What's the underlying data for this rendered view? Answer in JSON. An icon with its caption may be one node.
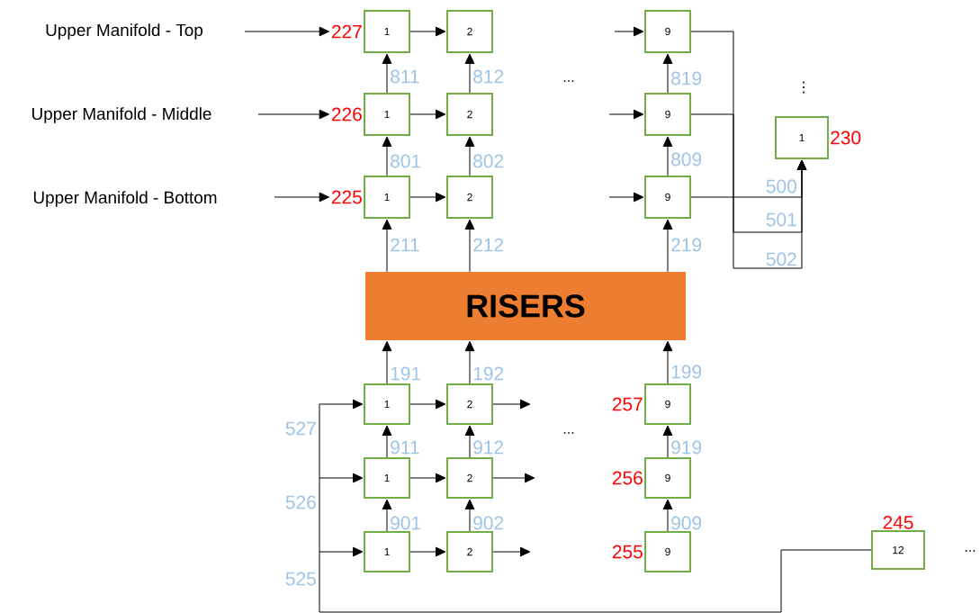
{
  "diagram": {
    "nodes": [
      {
        "text": [
          "Upper Manifold - Top"
        ]
      },
      {
        "text": [
          "Upper Manifold - Middle"
        ]
      },
      {
        "text": [
          "Upper Manifold - Bottom"
        ]
      },
      {
        "text": [
          "1"
        ],
        "beside": [
          "227"
        ]
      },
      {
        "text": [
          "2"
        ]
      },
      {
        "text": [
          "9"
        ]
      },
      {
        "text": [
          "1"
        ],
        "beside": [
          "226"
        ]
      },
      {
        "text": [
          "2"
        ]
      },
      {
        "text": [
          "9"
        ]
      },
      {
        "text": [
          "1"
        ],
        "beside": [
          "225"
        ]
      },
      {
        "text": [
          "2"
        ]
      },
      {
        "text": [
          "9"
        ]
      },
      {
        "text": [
          "RISERS"
        ]
      },
      {
        "text": [
          "1"
        ],
        "beside": [
          "230"
        ]
      },
      {
        "text": [
          "1"
        ]
      },
      {
        "text": [
          "2"
        ]
      },
      {
        "text": [
          "9"
        ],
        "beside": [
          "257"
        ]
      },
      {
        "text": [
          "1"
        ]
      },
      {
        "text": [
          "2"
        ]
      },
      {
        "text": [
          "9"
        ],
        "beside": [
          "256"
        ]
      },
      {
        "text": [
          "1"
        ]
      },
      {
        "text": [
          "2"
        ]
      },
      {
        "text": [
          "9"
        ],
        "beside": [
          "255"
        ]
      },
      {
        "text": [
          "12"
        ],
        "beside": [
          "245"
        ]
      }
    ],
    "edges": [
      {
        "from": 0,
        "to": 3,
        "arrow": "to"
      },
      {
        "from": 1,
        "to": 6,
        "arrow": "to"
      },
      {
        "from": 2,
        "to": 9,
        "arrow": "to"
      },
      {
        "from": 3,
        "to": 4,
        "arrow": "to"
      },
      {
        "from": 6,
        "to": 7,
        "arrow": "to"
      },
      {
        "from": 9,
        "to": 10,
        "arrow": "to"
      },
      {
        "from": null,
        "to": 5,
        "arrow": "to"
      },
      {
        "from": null,
        "to": 8,
        "arrow": "to"
      },
      {
        "from": null,
        "to": 11,
        "arrow": "to"
      },
      {
        "from": 6,
        "to": 3,
        "arrow": "to",
        "label": "811"
      },
      {
        "from": 7,
        "to": 4,
        "arrow": "to",
        "label": "812"
      },
      {
        "from": 8,
        "to": 5,
        "arrow": "to",
        "label": "819"
      },
      {
        "from": 9,
        "to": 6,
        "arrow": "to",
        "label": "801"
      },
      {
        "from": 10,
        "to": 7,
        "arrow": "to",
        "label": "802"
      },
      {
        "from": 11,
        "to": 8,
        "arrow": "to",
        "label": "809"
      },
      {
        "from": 12,
        "to": 9,
        "arrow": "to",
        "label": "211"
      },
      {
        "from": 12,
        "to": 10,
        "arrow": "to",
        "label": "212"
      },
      {
        "from": 12,
        "to": 11,
        "arrow": "to",
        "label": "219"
      },
      {
        "from": 11,
        "to": 13,
        "arrow": "to",
        "label": "500"
      },
      {
        "from": 8,
        "to": 13,
        "arrow": "to",
        "label": "501"
      },
      {
        "from": 5,
        "to": 13,
        "arrow": "to",
        "label": "502"
      },
      {
        "from": 14,
        "to": 12,
        "arrow": "to",
        "label": "191"
      },
      {
        "from": 15,
        "to": 12,
        "arrow": "to",
        "label": "192"
      },
      {
        "from": 16,
        "to": 12,
        "arrow": "to",
        "label": "199"
      },
      {
        "from": 17,
        "to": 14,
        "arrow": "to",
        "label": "911"
      },
      {
        "from": 18,
        "to": 15,
        "arrow": "to",
        "label": "912"
      },
      {
        "from": 19,
        "to": 16,
        "arrow": "to",
        "label": "919"
      },
      {
        "from": 20,
        "to": 17,
        "arrow": "to",
        "label": "901"
      },
      {
        "from": 21,
        "to": 18,
        "arrow": "to",
        "label": "902"
      },
      {
        "from": 22,
        "to": 19,
        "arrow": "to",
        "label": "909"
      },
      {
        "from": 14,
        "to": 15,
        "arrow": "to"
      },
      {
        "from": 17,
        "to": 18,
        "arrow": "to"
      },
      {
        "from": 20,
        "to": 21,
        "arrow": "to"
      },
      {
        "from": 15,
        "to": null,
        "arrow": "to"
      },
      {
        "from": 18,
        "to": null,
        "arrow": "to"
      },
      {
        "from": 21,
        "to": null,
        "arrow": "to"
      },
      {
        "from": 23,
        "to": 14,
        "arrow": "to",
        "label": "527"
      },
      {
        "from": 23,
        "to": 17,
        "arrow": "to",
        "label": "526"
      },
      {
        "from": 23,
        "to": 20,
        "arrow": "to",
        "label": "525"
      }
    ],
    "labels": [
      "...",
      "⋮",
      "...",
      "..."
    ]
  }
}
